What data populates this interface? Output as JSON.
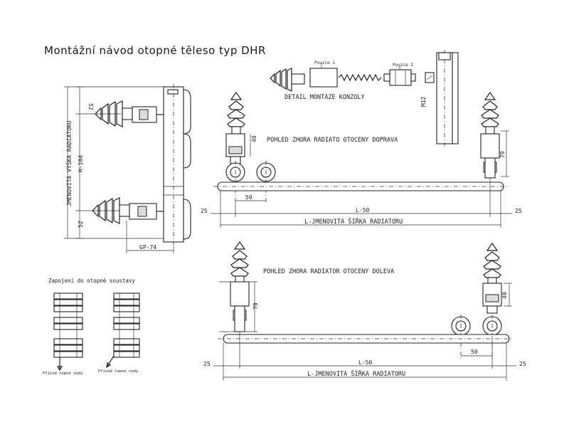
{
  "title": "Montážní návod otopné těleso typ DHR",
  "detail": {
    "caption": "DETAIL MONTAZE KONZOLY",
    "part1": "Pouzce 1",
    "part2": "Pouzce 2",
    "thread": "M12"
  },
  "side_view": {
    "vertical_label": "JMENOVITÁ VÝŠKA RADIÁTORU",
    "height": "H-104",
    "top_dim": "52",
    "bottom_dim": "52",
    "depth": "GP-74"
  },
  "top_view_right": {
    "caption": "POHLED ZHORA RADIATO OTOCENY DOPRAVA",
    "dim_40": "40",
    "dim_70": "70",
    "dim_50": "50",
    "dim_25_left": "25",
    "dim_L50": "L-50",
    "dim_25_right": "25",
    "width_label": "L-JMENOVITÁ ŠÍŘKA RADIATORU"
  },
  "top_view_left": {
    "caption": "POHLED ZHORA RADIATOR OTOCENY DOLEVA",
    "dim_70": "70",
    "dim_40": "40",
    "dim_50": "50",
    "dim_25_left": "25",
    "dim_L50": "L-50",
    "dim_25_right": "25",
    "width_label": "L-JMENOVITÁ ŠÍŘKA RADIATORU"
  },
  "connection": {
    "caption": "Zapojení do otopné soustavy",
    "inlet": "Přívod topné vody",
    "outlet": "Přívod topné vody"
  }
}
